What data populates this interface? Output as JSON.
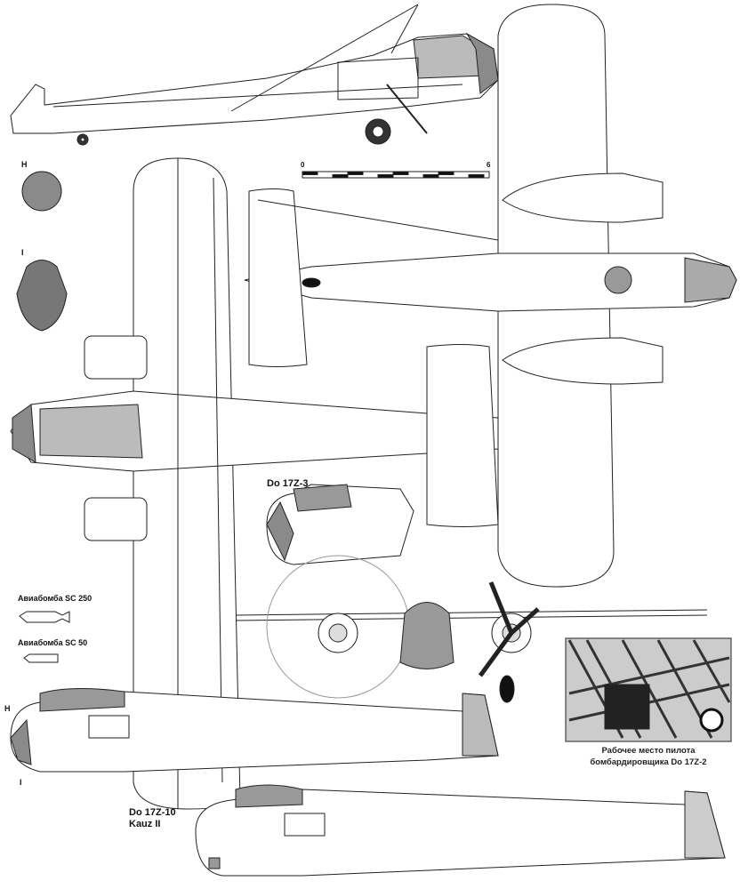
{
  "sections": {
    "h_label": "H",
    "i_label": "I"
  },
  "scale": {
    "start": "0",
    "end": "6"
  },
  "variant_z3": "Do 17Z-3",
  "bombs": [
    {
      "label": "Авиабомба SC 250"
    },
    {
      "label": "Авиабомба SC 50"
    }
  ],
  "inset_caption": {
    "line1": "Рабочее место пилота",
    "line2": "бомбардировщика Do 17Z-2"
  },
  "side_markers": {
    "h": "H",
    "i": "I"
  },
  "variant_z10": {
    "line1": "Do 17Z-10",
    "line2": "Kauz II"
  },
  "colors": {
    "line": "#222222",
    "fill_gray": "#8a8a8a",
    "light_gray": "#cfcfcf"
  }
}
